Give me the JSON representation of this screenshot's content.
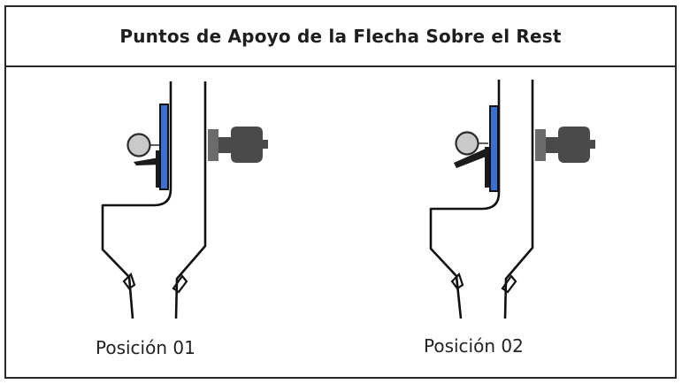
{
  "title": "Puntos de Apoyo de la Flecha Sobre el Rest",
  "positions": [
    {
      "label": "Posición 01"
    },
    {
      "label": "Posición 02"
    }
  ],
  "colors": {
    "border": "#2a2a2a",
    "riser_outline": "#111111",
    "rest_blade": "#3b6fd1",
    "rest_backing": "#1b1b1b",
    "arrow_shaft": "#c9c9c9",
    "plunger_dark": "#4a4a4a",
    "plunger_mid": "#6b6b6b"
  }
}
